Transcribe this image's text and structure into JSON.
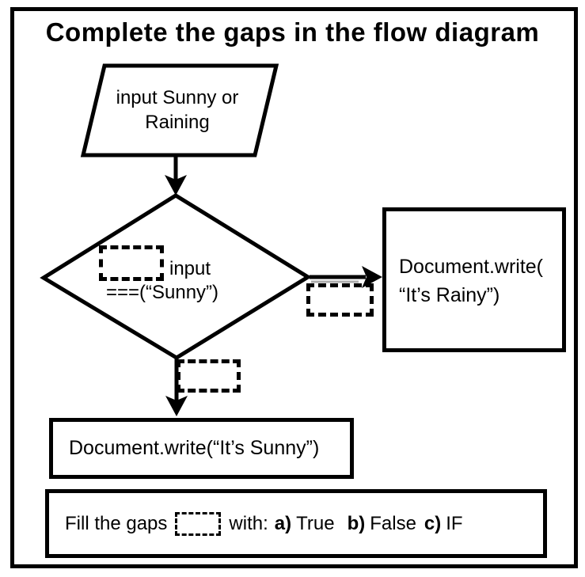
{
  "title": "Complete the gaps in the flow diagram",
  "flow": {
    "input_shape": {
      "line1": "input Sunny or",
      "line2": "Raining"
    },
    "decision": {
      "line1_suffix": "input",
      "line2": "===(“Sunny”)"
    },
    "rainy_output": {
      "line1": "Document.write(",
      "line2": "“It’s Rainy”)"
    },
    "sunny_output": {
      "text": "Document.write(“It’s  Sunny”)"
    }
  },
  "legend": {
    "prefix": "Fill the gaps",
    "middle": "with:",
    "options": [
      {
        "label": "a)",
        "text": "True"
      },
      {
        "label": "b)",
        "text": "False"
      },
      {
        "label": "c)",
        "text": "IF"
      }
    ]
  },
  "icons": {
    "gap_box": "dashed-answer-slot",
    "arrow": "flow-arrow"
  },
  "colors": {
    "ink": "#000000",
    "background": "#ffffff",
    "arrow_shadow": "#ababab"
  }
}
